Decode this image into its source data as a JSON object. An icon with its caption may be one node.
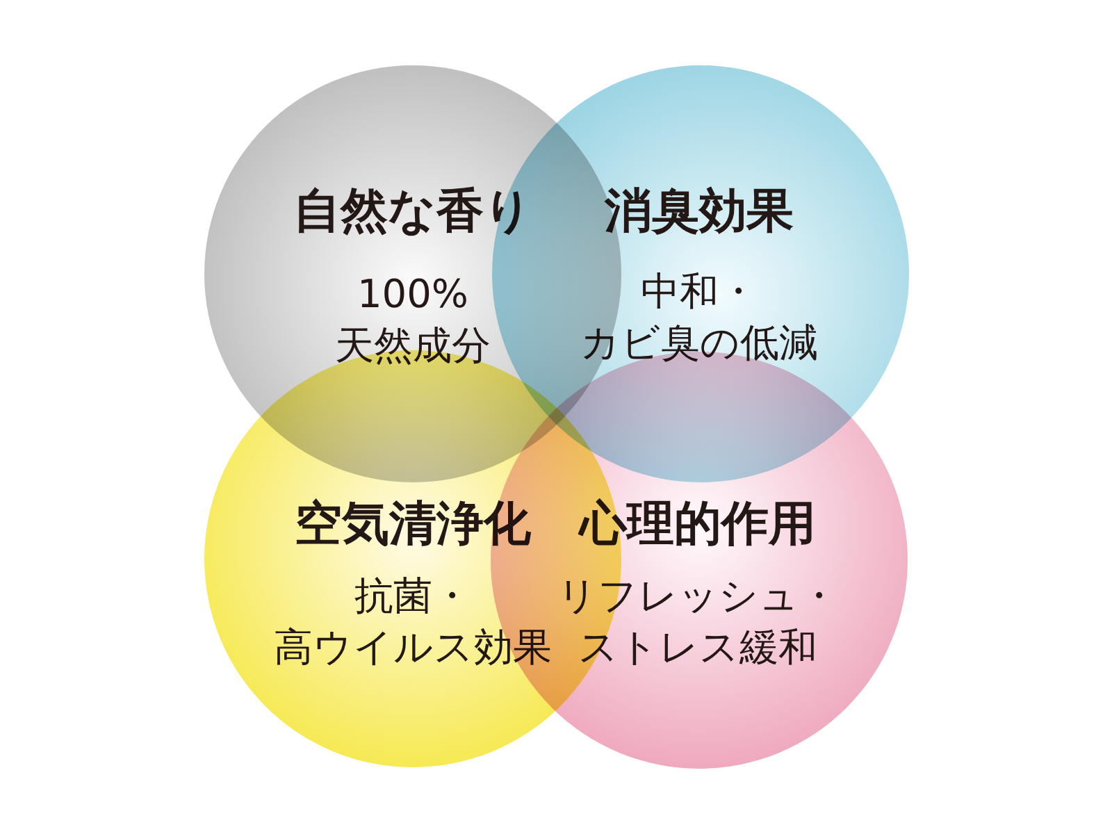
{
  "diagram": {
    "nodes": [
      {
        "text": [
          "自然な香り",
          "100%天然成分"
        ]
      },
      {
        "text": [
          "消臭効果",
          "中和・カビ臭の低減"
        ]
      },
      {
        "text": [
          "空気清浄化",
          "抗菌・高ウイルス効果"
        ]
      },
      {
        "text": [
          "心理的作用",
          "リフレッシュ・ストレス緩和"
        ]
      }
    ]
  }
}
